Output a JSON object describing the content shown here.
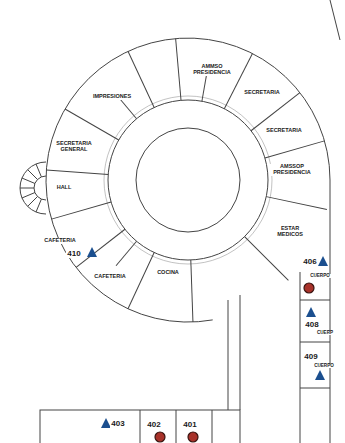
{
  "diagram": {
    "labels": [
      "AMMSO PRESIDENCIA",
      "IMPRESIONES",
      "SECRETARIA",
      "SECRETARIA",
      "SECRETARIA GENERAL",
      "AMSSOP PRESIDENCIA",
      "HALL",
      "ESTAR MEDICOS",
      "CAFETERIA",
      "410",
      "CAFETERIA",
      "COCINA",
      "406",
      "CUERPO",
      "408",
      "CUERP",
      "409",
      "CUERPO",
      "403",
      "402",
      "401"
    ]
  }
}
